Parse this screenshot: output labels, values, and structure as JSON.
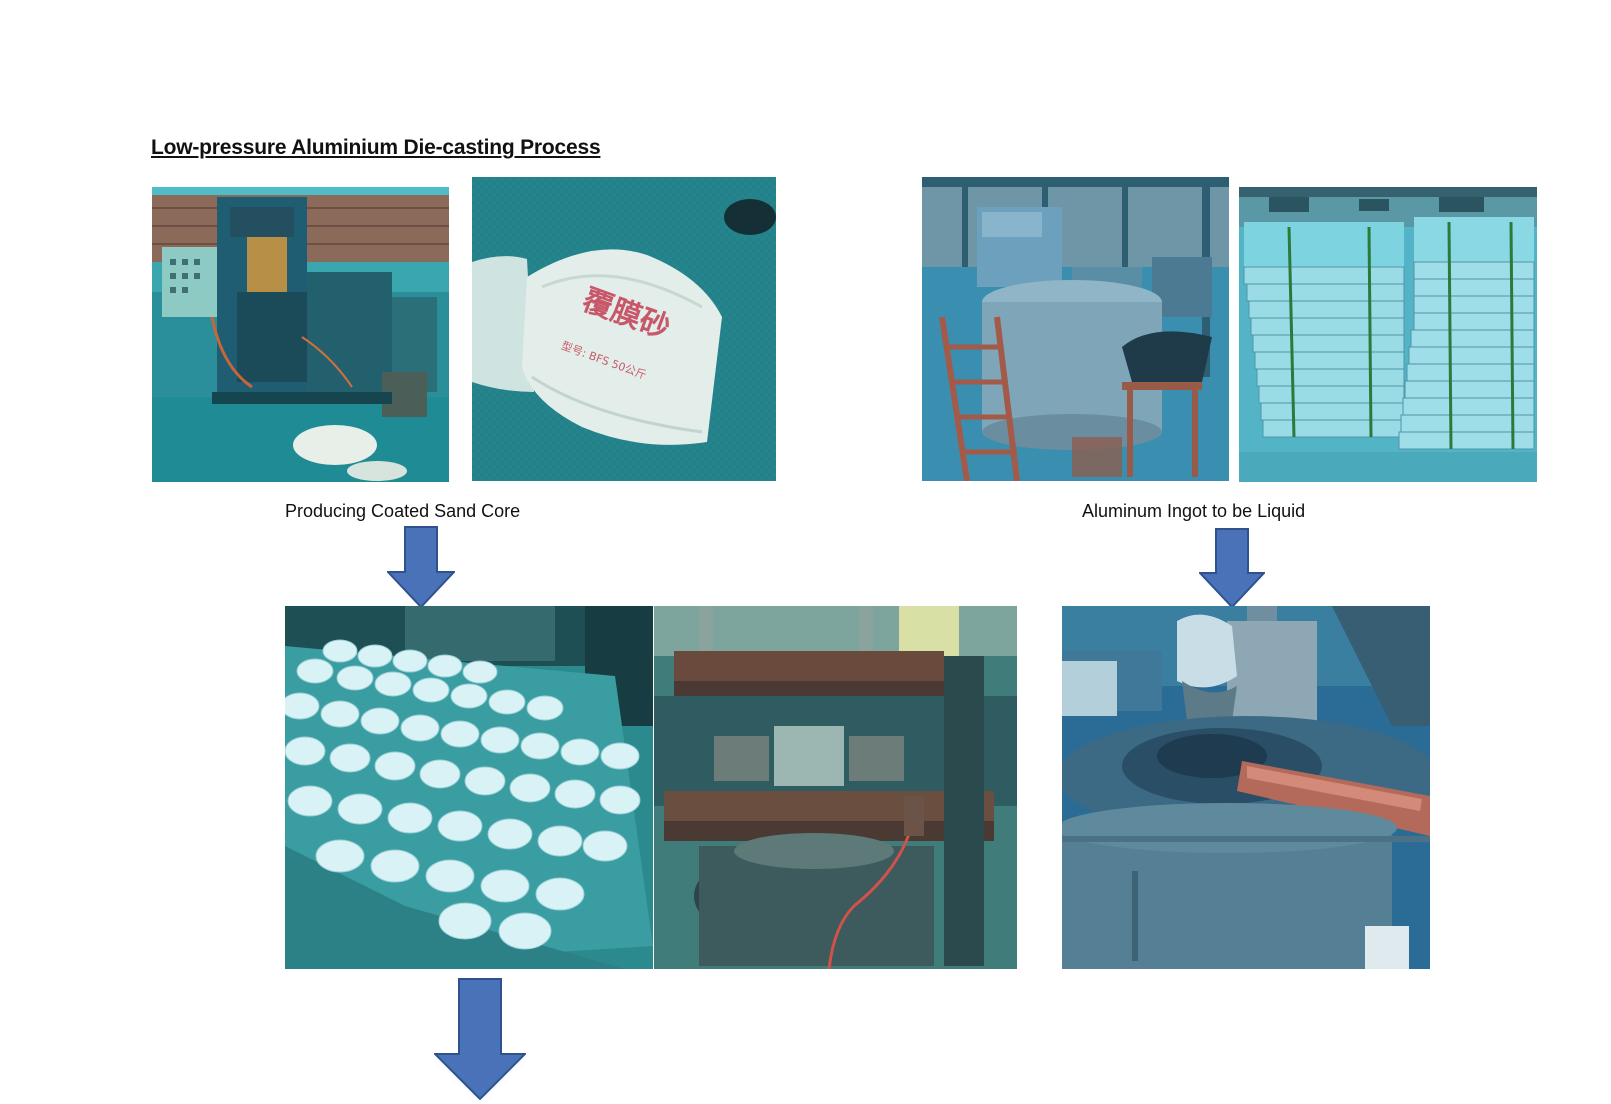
{
  "document": {
    "title": "Low-pressure Aluminium Die-casting Process",
    "captions": {
      "sand_core": "Producing Coated Sand Core",
      "ingot": "Aluminum Ingot to be Liquid"
    },
    "bag_print": {
      "main": "覆膜砂",
      "sub": "型号: BFS   50公斤"
    }
  },
  "colors": {
    "arrow_fill": "#4a72b8",
    "arrow_stroke": "#2f528f",
    "photo_tint": "#2a8f9c"
  }
}
